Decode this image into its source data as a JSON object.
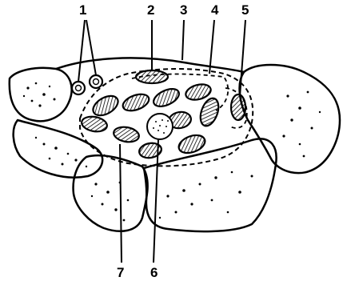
{
  "labels": {
    "l1": "1",
    "l2": "2",
    "l3": "3",
    "l4": "4",
    "l5": "5",
    "l6": "6",
    "l7": "7"
  },
  "colors": {
    "ink": "#000000",
    "paper": "#ffffff"
  },
  "icons": {
    "hatch": "diagonal-hatch-pattern",
    "stipple": "bone-stipple-pattern"
  }
}
